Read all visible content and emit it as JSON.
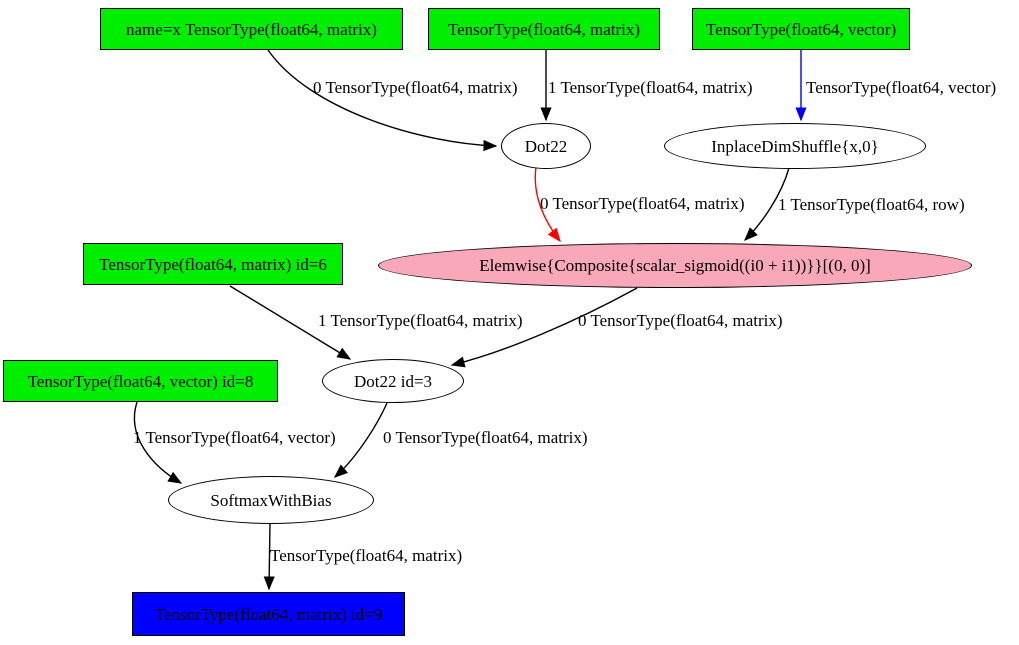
{
  "nodes": {
    "input_x": "name=x TensorType(float64, matrix)",
    "input_w": "TensorType(float64, matrix)",
    "input_b": "TensorType(float64, vector)",
    "dot22": "Dot22",
    "dimshuffle": "InplaceDimShuffle{x,0}",
    "elemwise_sigmoid": "Elemwise{Composite{scalar_sigmoid((i0 + i1))}}[(0, 0)]",
    "input_id6": "TensorType(float64, matrix) id=6",
    "dot22_id3": "Dot22 id=3",
    "input_id8": "TensorType(float64, vector) id=8",
    "softmax": "SoftmaxWithBias",
    "output_id9": "TensorType(float64, matrix) id=9"
  },
  "edges": {
    "x_to_dot22": "0 TensorType(float64, matrix)",
    "w_to_dot22": "1 TensorType(float64, matrix)",
    "b_to_dimshuffle": "TensorType(float64, vector)",
    "dot22_to_elemwise": "0 TensorType(float64, matrix)",
    "dimshuffle_to_elemwise": "1 TensorType(float64, row)",
    "id6_to_dot22id3": "1 TensorType(float64, matrix)",
    "elemwise_to_dot22id3": "0 TensorType(float64, matrix)",
    "id8_to_softmax": "1 TensorType(float64, vector)",
    "dot22id3_to_softmax": "0 TensorType(float64, matrix)",
    "softmax_to_output": "TensorType(float64, matrix)"
  },
  "colors": {
    "input-fill": "#00ee00",
    "output-fill": "#0000ff",
    "op-fill": "#ffffff",
    "inplace-op-fill": "#f8a8b8",
    "edge-default": "#000000",
    "edge-red": "#ff0000",
    "edge-blue": "#0000ff",
    "node-border": "#000000"
  }
}
